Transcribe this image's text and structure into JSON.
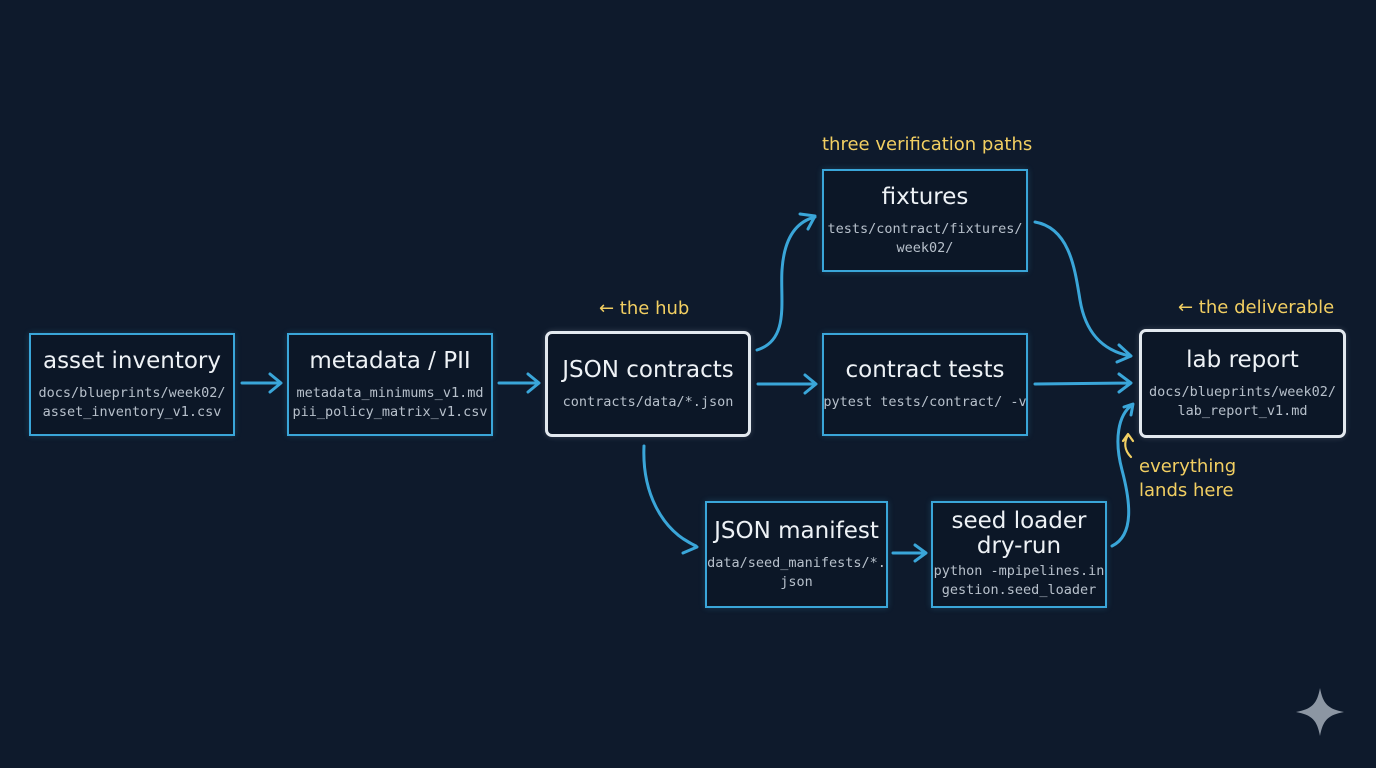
{
  "diagram": {
    "nodes": {
      "asset_inventory": {
        "title": "asset inventory",
        "sub": "docs/blueprints/week02/\nasset_inventory_v1.csv"
      },
      "metadata_pii": {
        "title": "metadata / PII",
        "sub": "metadata_minimums_v1.md\npii_policy_matrix_v1.csv"
      },
      "json_contracts": {
        "title": "JSON contracts",
        "sub": "contracts/data/*.json"
      },
      "fixtures": {
        "title": "fixtures",
        "sub": "tests/contract/fixtures/\nweek02/"
      },
      "contract_tests": {
        "title": "contract tests",
        "sub": "pytest tests/contract/ -v"
      },
      "json_manifest": {
        "title": "JSON manifest",
        "sub": "data/seed_manifests/*.\njson"
      },
      "seed_loader": {
        "title": "seed loader\ndry-run",
        "sub": "python -mpipelines.in\ngestion.seed_loader"
      },
      "lab_report": {
        "title": "lab report",
        "sub": "docs/blueprints/week02/\nlab_report_v1.md"
      }
    },
    "edges": [
      {
        "from": "asset_inventory",
        "to": "metadata_pii"
      },
      {
        "from": "metadata_pii",
        "to": "json_contracts"
      },
      {
        "from": "json_contracts",
        "to": "fixtures"
      },
      {
        "from": "json_contracts",
        "to": "contract_tests"
      },
      {
        "from": "json_contracts",
        "to": "json_manifest"
      },
      {
        "from": "fixtures",
        "to": "lab_report"
      },
      {
        "from": "contract_tests",
        "to": "lab_report"
      },
      {
        "from": "json_manifest",
        "to": "seed_loader"
      },
      {
        "from": "seed_loader",
        "to": "lab_report"
      }
    ],
    "annotations": {
      "verification_paths": "three verification paths",
      "hub": "← the hub",
      "deliverable": "← the deliverable",
      "lands_here": "everything\nlands here"
    },
    "colors": {
      "background": "#0e1a2c",
      "node_border": "#3aa6d9",
      "hub_border": "#e3e9ef",
      "annotation": "#f2cf62",
      "arrow": "#3aa6d9"
    },
    "watermark_icon": "sparkle-icon"
  }
}
